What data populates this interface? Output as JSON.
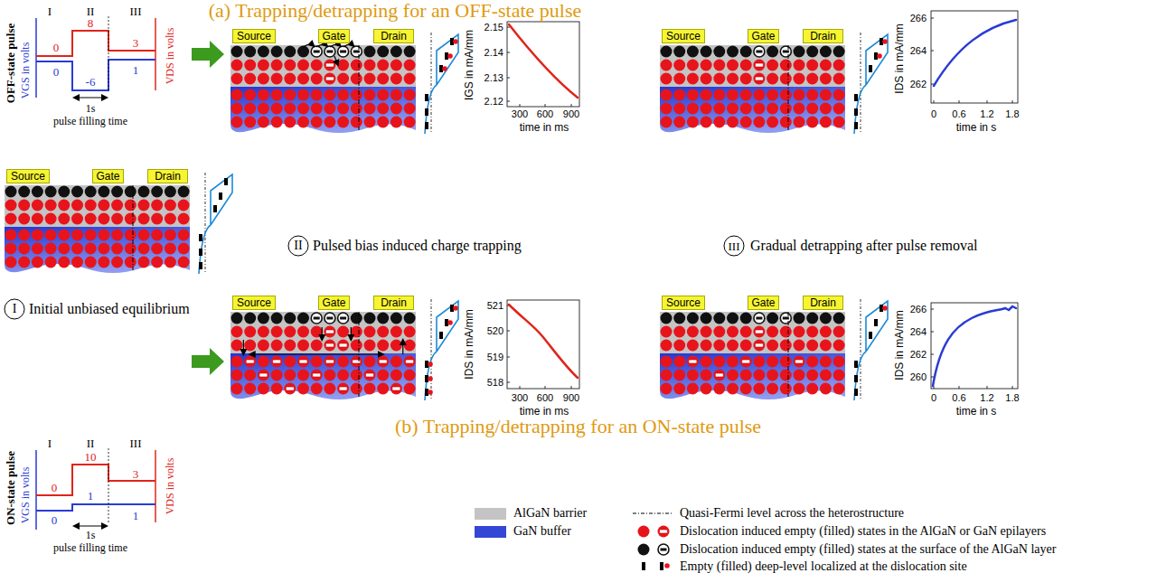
{
  "diagram": {
    "title": "(a) Trapping/detrapping for an OFF-state pulse",
    "nodes": [
      {
        "text": [
          "Source"
        ]
      },
      {
        "text": [
          "Gate"
        ]
      },
      {
        "text": [
          "Drain"
        ]
      },
      {
        "text": [
          "Source"
        ]
      },
      {
        "text": [
          "Gate"
        ]
      },
      {
        "text": [
          "Drain"
        ]
      },
      {
        "text": [
          "Source"
        ]
      },
      {
        "text": [
          "Gate"
        ]
      },
      {
        "text": [
          "Drain"
        ]
      },
      {
        "text": [
          "Source"
        ]
      },
      {
        "text": [
          "Gate"
        ]
      },
      {
        "text": [
          "Drain"
        ]
      },
      {
        "text": [
          "Source"
        ]
      },
      {
        "text": [
          "Gate"
        ]
      },
      {
        "text": [
          "Drain"
        ]
      }
    ],
    "labels": [
      "I",
      "II",
      "III",
      "OFF-state pulse",
      "0",
      "8",
      "3",
      "0",
      "-6",
      "1",
      "VGS in volts",
      "VDS in volts",
      "1s",
      "pulse filling time",
      "I",
      "II",
      "III",
      "ON-state pulse",
      "0",
      "10",
      "3",
      "0",
      "1",
      "1",
      "VGS in volts",
      "VDS in volts",
      "1s",
      "pulse filling time",
      "I",
      "Initial unbiased equilibrium",
      "II",
      "Pulsed bias induced charge trapping",
      "III",
      "Gradual detrapping after pulse removal",
      "(b) Trapping/detrapping for an ON-state pulse",
      "IGS in mA/mm",
      "2.15",
      "2.14",
      "2.13",
      "2.12",
      "300",
      "600",
      "900",
      "time in ms",
      "IDS in mA/mm",
      "266",
      "264",
      "262",
      "0",
      "0.6",
      "1.2",
      "1.8",
      "time in s",
      "IDS in mA/mm",
      "521",
      "520",
      "519",
      "518",
      "300",
      "600",
      "900",
      "time in ms",
      "IDS in mA/mm",
      "266",
      "264",
      "262",
      "260",
      "0",
      "0.6",
      "1.2",
      "1.8",
      "time in s"
    ],
    "legend": [
      {
        "text": "AlGaN barrier",
        "color": "#c4c4c4"
      },
      {
        "text": "GaN buffer",
        "color": "#3446d6"
      },
      {
        "text": "Quasi-Fermi level across the heterostructure"
      },
      {
        "text": "Dislocation induced empty (filled) states in the AlGaN or GaN epilayers"
      },
      {
        "text": "Dislocation induced empty (filled) states at the surface of the AlGaN layer"
      },
      {
        "text": "Empty (filled) deep-level localized at the dislocation site"
      }
    ]
  }
}
